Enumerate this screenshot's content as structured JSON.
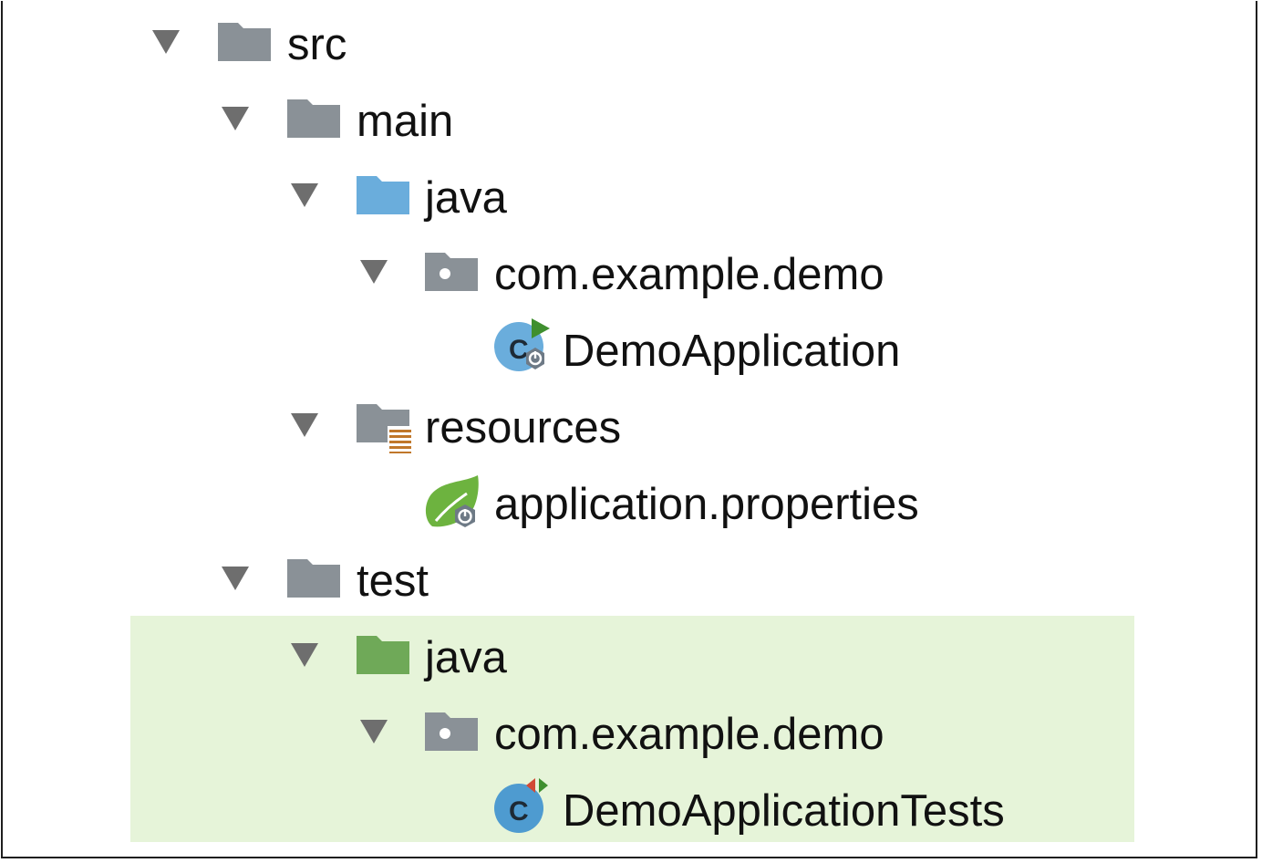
{
  "tree": {
    "nodes": [
      {
        "label": "src",
        "icon": "folder-icon",
        "expanded": true
      },
      {
        "label": "main",
        "icon": "folder-icon",
        "expanded": true
      },
      {
        "label": "java",
        "icon": "source-root-folder-icon",
        "expanded": true
      },
      {
        "label": "com.example.demo",
        "icon": "package-icon",
        "expanded": true
      },
      {
        "label": "DemoApplication",
        "icon": "spring-boot-run-class-icon"
      },
      {
        "label": "resources",
        "icon": "resources-folder-icon",
        "expanded": true
      },
      {
        "label": "application.properties",
        "icon": "spring-properties-icon"
      },
      {
        "label": "test",
        "icon": "folder-icon",
        "expanded": true
      },
      {
        "label": "java",
        "icon": "test-root-folder-icon",
        "expanded": true
      },
      {
        "label": "com.example.demo",
        "icon": "package-icon",
        "expanded": true
      },
      {
        "label": "DemoApplicationTests",
        "icon": "test-class-icon"
      }
    ]
  },
  "colors": {
    "folder_gray": "#8a9197",
    "source_blue": "#6aaddc",
    "test_green": "#6fa958",
    "highlight_bg": "#e6f4d9",
    "arrow_gray": "#6e6e6e",
    "spring_green": "#6db33f",
    "resources_orange": "#c0772a"
  }
}
